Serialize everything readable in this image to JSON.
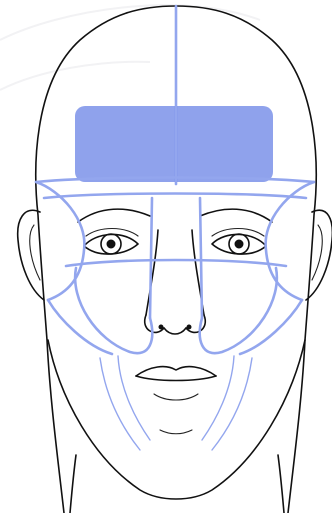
{
  "diagram": {
    "subject": "face-zone-diagram",
    "colors": {
      "outline": "#111111",
      "guide_line": "#93a6ee",
      "highlight_zone": "#8fa2ec",
      "highlight_center": "#6f87e6",
      "background": "#ffffff",
      "decoration": "#f2f2f4"
    },
    "zones": [
      {
        "id": "forehead",
        "style": "filled"
      },
      {
        "id": "brow-band",
        "style": "outline"
      },
      {
        "id": "left-eye",
        "style": "outline"
      },
      {
        "id": "right-eye",
        "style": "outline"
      },
      {
        "id": "nose-bridge",
        "style": "outline"
      },
      {
        "id": "left-temple",
        "style": "outline"
      },
      {
        "id": "right-temple",
        "style": "outline"
      },
      {
        "id": "under-eye-band",
        "style": "outline"
      },
      {
        "id": "left-cheek",
        "style": "outline"
      },
      {
        "id": "right-cheek",
        "style": "outline"
      },
      {
        "id": "chin-lines",
        "style": "outline"
      }
    ]
  }
}
